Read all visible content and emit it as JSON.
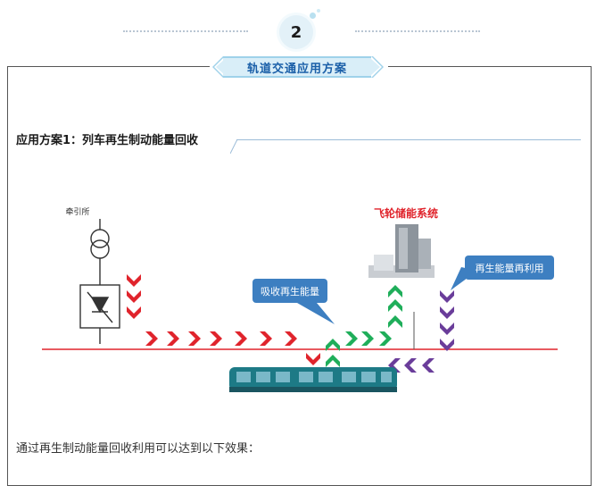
{
  "section_number": "2",
  "banner_title": "轨道交通应用方案",
  "heading": "应用方案1：列车再生制动能量回收",
  "diagram": {
    "substation_label": "牵引所",
    "flywheel_label": "飞轮储能系统",
    "absorb_tag": "吸收再生能量",
    "reuse_tag": "再生能量再利用"
  },
  "footer_text": "通过再生制动能量回收利用可以达到以下效果：",
  "colors": {
    "accent": "#1a5fa8",
    "red_arrow": "#e0242c",
    "green_arrow": "#1fae5a",
    "purple_arrow": "#6a3d9a",
    "tag_bg": "#3d7fc1"
  }
}
